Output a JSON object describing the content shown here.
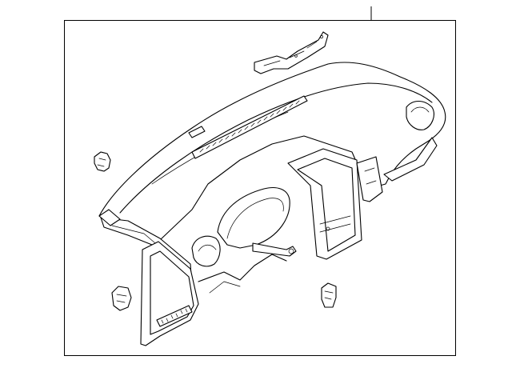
{
  "diagram": {
    "title": "",
    "callout_labels": [],
    "parts": [
      {
        "name": "instrument-panel"
      },
      {
        "name": "mounting-bracket"
      },
      {
        "name": "clip-upper-left"
      },
      {
        "name": "clip-lower-left"
      },
      {
        "name": "clip-lower-right"
      }
    ]
  }
}
